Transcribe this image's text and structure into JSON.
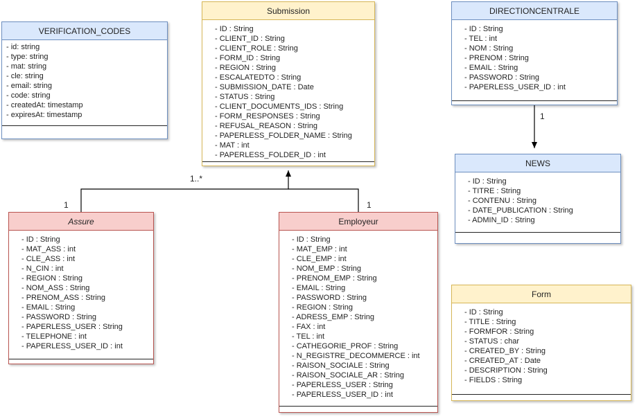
{
  "classes": {
    "verification_codes": {
      "title": "VERIFICATION_CODES",
      "attrs": [
        "- id: string",
        "- type: string",
        "- mat: string",
        "- cle: string",
        "- email: string",
        "- code: string",
        "- createdAt: timestamp",
        "- expiresAt: timestamp"
      ]
    },
    "submission": {
      "title": "Submission",
      "attrs": [
        "- ID : String",
        "- CLIENT_ID : String",
        "- CLIENT_ROLE : String",
        "- FORM_ID : String",
        "- REGION : String",
        "- ESCALATEDTO : String",
        "- SUBMISSION_DATE : Date",
        "- STATUS : String",
        "- CLIENT_DOCUMENTS_IDS : String",
        "- FORM_RESPONSES : String",
        "- REFUSAL_REASON : String",
        "- PAPERLESS_FOLDER_NAME : String",
        "- MAT : int",
        "- PAPERLESS_FOLDER_ID : int"
      ]
    },
    "directioncentrale": {
      "title": "DIRECTIONCENTRALE",
      "attrs": [
        "- ID : String",
        "- TEL : int",
        "- NOM : String",
        "- PRENOM : String",
        "- EMAIL : String",
        "- PASSWORD : String",
        "- PAPERLESS_USER_ID : int"
      ]
    },
    "news": {
      "title": "NEWS",
      "attrs": [
        "- ID : String",
        "- TITRE : String",
        "- CONTENU : String",
        "- DATE_PUBLICATION : String",
        "- ADMIN_ID : String"
      ]
    },
    "assure": {
      "title": "Assure",
      "attrs": [
        "- ID : String",
        "- MAT_ASS : int",
        "- CLE_ASS : int",
        "- N_CIN : int",
        "- REGION : String",
        "- NOM_ASS : String",
        "- PRENOM_ASS : String",
        "- EMAIL : String",
        "- PASSWORD : String",
        "- PAPERLESS_USER : String",
        "- TELEPHONE : int",
        "- PAPERLESS_USER_ID : int"
      ]
    },
    "employeur": {
      "title": "Employeur",
      "attrs": [
        "- ID : String",
        "- MAT_EMP : int",
        "- CLE_EMP : int",
        "- NOM_EMP : String",
        "- PRENOM_EMP : String",
        "- EMAIL : String",
        "- PASSWORD : String",
        "- REGION : String",
        "- ADRESS_EMP : String",
        "- FAX : int",
        "- TEL : int",
        "- CATHEGORIE_PROF : String",
        "- N_REGISTRE_DECOMMERCE : int",
        "- RAISON_SOCIALE : String",
        "- RAISON_SOCIALE_AR : String",
        "- PAPERLESS_USER : String",
        "- PAPERLESS_USER_ID : int"
      ]
    },
    "form": {
      "title": "Form",
      "attrs": [
        "- ID : String",
        "- TITLE : String",
        "- FORMFOR : String",
        "- STATUS : char",
        "- CREATED_BY : String",
        "- CREATED_AT : Date",
        "- DESCRIPTION : String",
        "- FIELDS : String"
      ]
    }
  },
  "multiplicities": {
    "submission_many": "1..*",
    "assure_one": "1",
    "employeur_one": "1",
    "direction_news_one": "1"
  },
  "colors": {
    "blue_fill": "#dae8fc",
    "blue_stroke": "#6c8ebf",
    "orange_fill": "#fff2cc",
    "orange_stroke": "#d6b656",
    "red_fill": "#f8cecc",
    "red_stroke": "#b85450"
  }
}
